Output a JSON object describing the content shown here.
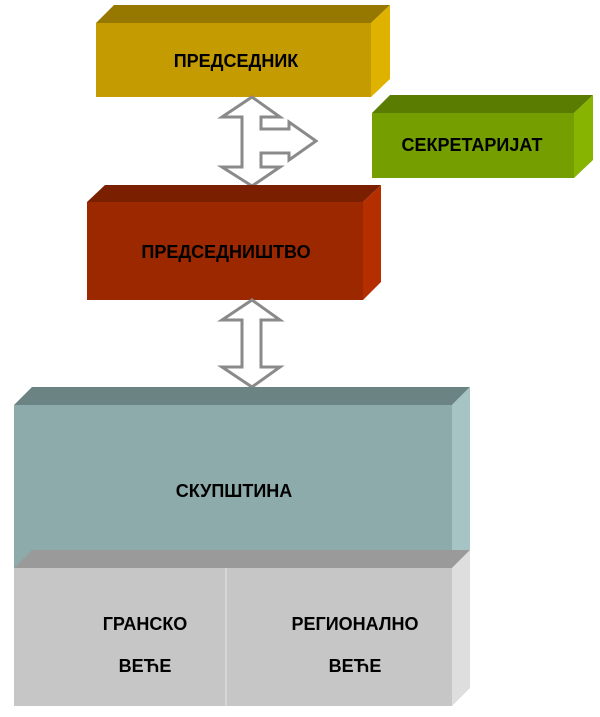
{
  "boxes": {
    "predsednik": {
      "label": "ПРЕДСЕДНИК",
      "colors": {
        "front": "#c49b00",
        "top": "#967800",
        "side": "#dfb200"
      }
    },
    "sekretarijat": {
      "label": "СЕКРЕТАРИЈАТ",
      "colors": {
        "front": "#759f00",
        "top": "#5a7c00",
        "side": "#86b400"
      }
    },
    "predsednistvo": {
      "label": "ПРЕДСЕДНИШТВО",
      "colors": {
        "front": "#9c2800",
        "top": "#7a1f00",
        "side": "#b52e00"
      }
    },
    "skupstina": {
      "label": "СКУПШТИНА",
      "colors": {
        "front": "#8dabab",
        "top": "#6b8383",
        "side": "#a6c4c4"
      }
    },
    "gransko_vece": {
      "line1": "ГРАНСКО",
      "line2": "ВЕЋЕ"
    },
    "regionalno_vece": {
      "line1": "РЕГИОНАЛНО",
      "line2": "ВЕЋЕ"
    },
    "vece_colors": {
      "front": "#c6c6c6",
      "top": "#9a9a9a",
      "side": "#dedede"
    }
  },
  "arrow_color": "#8a8a8a"
}
